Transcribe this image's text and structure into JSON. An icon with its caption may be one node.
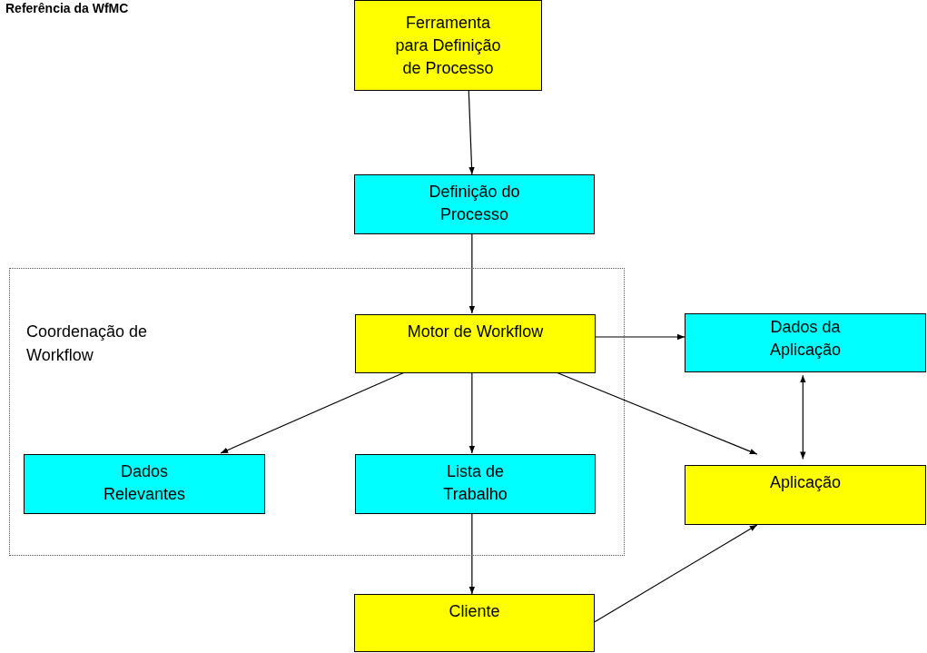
{
  "diagram": {
    "title": "Referência da WfMC",
    "nodes": [
      {
        "text": [
          "Ferramenta para Definição de Processo"
        ]
      },
      {
        "text": [
          "Definição do Processo"
        ]
      },
      {
        "text": [
          "Coordenação de Workflow"
        ]
      },
      {
        "text": [
          "Motor de Workflow"
        ],
        "in": 2
      },
      {
        "text": [
          "Dados Relevantes"
        ],
        "in": 2
      },
      {
        "text": [
          "Lista de Trabalho"
        ],
        "in": 2
      },
      {
        "text": [
          "Dados da Aplicação"
        ]
      },
      {
        "text": [
          "Aplicação"
        ]
      },
      {
        "text": [
          "Cliente"
        ]
      }
    ],
    "edges": [
      {
        "from": 0,
        "to": 1,
        "arrow": "to"
      },
      {
        "from": 1,
        "to": 3,
        "arrow": "to"
      },
      {
        "from": 3,
        "to": 6,
        "arrow": "to"
      },
      {
        "from": 3,
        "to": 4,
        "arrow": "to"
      },
      {
        "from": 3,
        "to": 5,
        "arrow": "to"
      },
      {
        "from": 3,
        "to": 7,
        "arrow": "to"
      },
      {
        "from": 6,
        "to": 7,
        "arrow": "both"
      },
      {
        "from": 5,
        "to": 8,
        "arrow": "to"
      },
      {
        "from": 8,
        "to": 7,
        "arrow": "to"
      }
    ]
  }
}
